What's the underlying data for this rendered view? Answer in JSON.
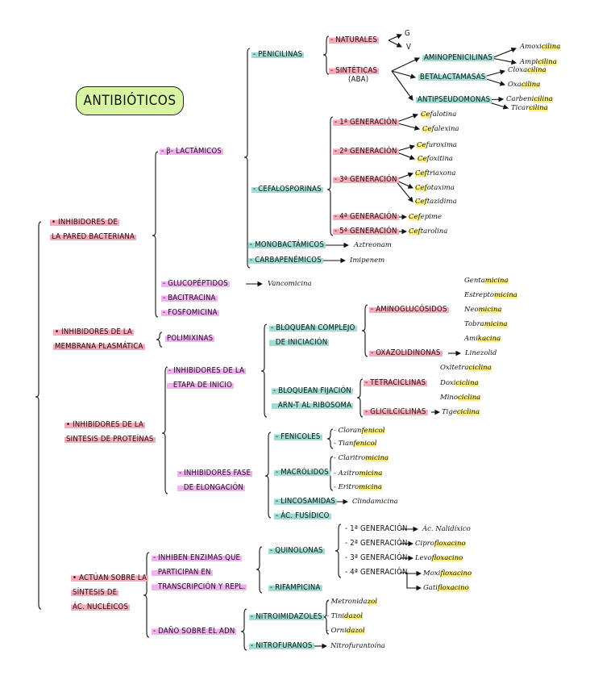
{
  "title": "ANTIBIÓTICOS",
  "colors": {
    "pink": "#f9aab8",
    "teal": "#9fdcd4",
    "magenta": "#f2b2f0",
    "yellow": "#fdf07a",
    "title_bg": "#d7f5a2"
  },
  "labels": {
    "pared": {
      "text": "• INHIBIDORES DE\nLA PARED BACTERIANA",
      "hl": "pink"
    },
    "membrana": {
      "text": "• INHIBIDORES DE LA\nMEMBRANA PLASMÁTICA",
      "hl": "pink"
    },
    "proteinas": {
      "text": "• INHIBIDORES DE LA\nSINTESIS DE PROTEÍNAS",
      "hl": "pink"
    },
    "nucleicos": {
      "text": "• ACTÚAN SOBRE LA\nSÍNTESIS DE\nÁC. NUCLÉICOS",
      "hl": "pink"
    },
    "betalactamicos": {
      "text": "- β- LACTÁMICOS",
      "hl": "magenta"
    },
    "glucopeptidos": {
      "text": "- GLUCOPÉPTIDOS",
      "hl": "magenta"
    },
    "bacitracina": {
      "text": "- BACITRACINA",
      "hl": "magenta"
    },
    "fosfomicina": {
      "text": "- FOSFOMICINA",
      "hl": "magenta"
    },
    "penicilinas": {
      "text": "- PENICILINAS",
      "hl": "teal"
    },
    "cefalosporinas": {
      "text": "- CEFALOSPORINAS",
      "hl": "teal"
    },
    "monobactamicos": {
      "text": "- MONOBACTÁMICOS",
      "hl": "teal"
    },
    "carbapenemicos": {
      "text": "- CARBAPENÉMICOS",
      "hl": "teal"
    },
    "naturales": {
      "text": "- NATURALES",
      "hl": "pink"
    },
    "g": {
      "text": "G"
    },
    "v": {
      "text": "V"
    },
    "sinteticas": {
      "text": "- SINTÉTICAS",
      "hl": "pink"
    },
    "aba": {
      "text": "(ABA)"
    },
    "aminopenicilinas": {
      "text": "AMINOPENICILINAS",
      "hl": "teal"
    },
    "betalactamasas": {
      "text": "BETALACTAMASAS",
      "hl": "teal"
    },
    "antipseudomonas": {
      "text": "ANTIPSEUDOMONAS",
      "hl": "teal"
    },
    "gen1": {
      "text": "- 1ª GENERACIÓN",
      "hl": "pink"
    },
    "gen2": {
      "text": "- 2ª GENERACIÓN",
      "hl": "pink"
    },
    "gen3": {
      "text": "- 3ª GENERACIÓN",
      "hl": "pink"
    },
    "gen4": {
      "text": "- 4ª GENERACIÓN",
      "hl": "pink"
    },
    "gen5": {
      "text": "- 5ª GENERACIÓN",
      "hl": "pink"
    },
    "polimixinas": {
      "text": "POLIMIXINAS",
      "hl": "magenta"
    },
    "etapa_inicio": {
      "text": "- INHIBIDORES DE LA\n  ETAPA DE INICIO",
      "hl": "magenta"
    },
    "fase_elongacion": {
      "text": "- INHIBIDORES FASE\n  DE ELONGACIÓN",
      "hl": "magenta"
    },
    "complejo": {
      "text": "- BLOQUEAN COMPLEJO\n  DE INICIACIÓN",
      "hl": "teal"
    },
    "fijacion": {
      "text": "- BLOQUEAN FIJACIÓN\n  ARN-T AL RIBOSOMA",
      "hl": "teal"
    },
    "aminoglucosidos": {
      "text": "- AMINOGLUCÓSIDOS",
      "hl": "pink"
    },
    "oxazolidinonas": {
      "text": "- OXAZOLIDINONAS",
      "hl": "pink"
    },
    "tetraciclinas": {
      "text": "- TETRACICLINAS",
      "hl": "pink"
    },
    "glicilciclinas": {
      "text": "- GLICILCICLINAS",
      "hl": "pink"
    },
    "fenicoles": {
      "text": "- FENICOLES",
      "hl": "teal"
    },
    "macrolidos": {
      "text": "- MACRÓLIDOS",
      "hl": "teal"
    },
    "lincosamidas": {
      "text": "- LINCOSAMIDAS",
      "hl": "teal"
    },
    "ac_fusidico": {
      "text": "- ÁC. FUSÍDICO",
      "hl": "teal"
    },
    "enzimas": {
      "text": "- INHIBEN ENZIMAS QUE\n  PARTICIPAN EN\n  TRANSCRIPCIÓN Y REPL.",
      "hl": "magenta"
    },
    "dano_adn": {
      "text": "- DAÑO SOBRE EL ADN",
      "hl": "magenta"
    },
    "quinolonas": {
      "text": "- QUINOLONAS",
      "hl": "teal"
    },
    "rifampicina": {
      "text": "- RIFAMPICINA",
      "hl": "teal"
    },
    "q_gen1": {
      "text": "- 1ª GENERACIÓN"
    },
    "q_gen2": {
      "text": "- 2ª GENERACIÓN"
    },
    "q_gen3": {
      "text": "- 3ª GENERACIÓN"
    },
    "q_gen4": {
      "text": "- 4ª GENERACIÓN"
    },
    "nitroimidazoles": {
      "text": "- NITROIMIDAZOLES",
      "hl": "teal"
    },
    "nitrofuranos": {
      "text": "- NITROFURANOS",
      "hl": "teal"
    }
  },
  "drugs": {
    "vancomicina": {
      "text": "Vancomicina"
    },
    "aztreonam": {
      "text": "Aztreonam"
    },
    "imipenem": {
      "text": "Imipenem"
    },
    "amoxicilina": {
      "text": "Amoxicilina",
      "hl": "cilina"
    },
    "ampicilina": {
      "text": "Ampicilina",
      "hl": "cilina"
    },
    "cloxacilina": {
      "text": "Cloxacilina",
      "hl": "cilina"
    },
    "oxacilina": {
      "text": "Oxacilina",
      "hl": "cilina"
    },
    "carbenicilina": {
      "text": "Carbenicilina",
      "hl": "cilina"
    },
    "ticarcilina": {
      "text": "Ticarcilina",
      "hl": "cilina"
    },
    "cefalotina": {
      "text": "Cefalotina",
      "hl": "Ce",
      "pre": true
    },
    "cefalexina": {
      "text": "Cefalexina",
      "hl": "Ce",
      "pre": true
    },
    "cefuroxima": {
      "text": "Cefuroxima",
      "hl": "Ce",
      "pre": true
    },
    "cefoxitina": {
      "text": "Cefoxitina",
      "hl": "Ce",
      "pre": true
    },
    "ceftriaxona": {
      "text": "Ceftriaxona",
      "hl": "Cef",
      "pre": true
    },
    "cefotaxima": {
      "text": "Cefotaxima",
      "hl": "Cef",
      "pre": true
    },
    "ceftazidima": {
      "text": "Ceftazidima",
      "hl": "Cef",
      "pre": true
    },
    "cefepime": {
      "text": "Cefepime",
      "hl": "Cef",
      "pre": true
    },
    "ceftarolina": {
      "text": "Ceftarolina",
      "hl": "Cef",
      "pre": true
    },
    "gentamicina": {
      "text": "Gentamicina",
      "hl": "micina"
    },
    "estreptomicina": {
      "text": "Estreptomicina",
      "hl": "micina"
    },
    "neomicina": {
      "text": "Neomicina",
      "hl": "micina"
    },
    "tobramicina": {
      "text": "Tobramicina",
      "hl": "micina"
    },
    "amikacina": {
      "text": "Amikacina",
      "hl": "kacina"
    },
    "linezolid": {
      "text": "Linezolid"
    },
    "oxitetraciclina": {
      "text": "Oxitetraciclina",
      "hl": "ciclina"
    },
    "doxiciclina": {
      "text": "Doxiciclina",
      "hl": "ciclina"
    },
    "minociclina": {
      "text": "Minociclina",
      "hl": "ciclina"
    },
    "tigeciclina": {
      "text": "Tigeciclina",
      "hl": "ciclina"
    },
    "cloranfenicol": {
      "text": "- Cloranfenicol",
      "hl": "fenicol"
    },
    "tianfenicol": {
      "text": "- Tianfenicol",
      "hl": "fenicol"
    },
    "claritromicina": {
      "text": "- Claritromicina",
      "hl": "micina"
    },
    "azitromicina": {
      "text": "- Azitromicina",
      "hl": "micina"
    },
    "eritromicina": {
      "text": "- Eritromicina",
      "hl": "micina"
    },
    "clindamicina": {
      "text": "Clindamicina"
    },
    "ac_nalidixico": {
      "text": "Ác. Nalidíxico"
    },
    "ciprofloxacino": {
      "text": "Ciprofloxacino",
      "hl": "floxacino"
    },
    "levofloxacino": {
      "text": "Levofloxacino",
      "hl": "floxacino"
    },
    "moxifloxacino": {
      "text": "Moxifloxacino",
      "hl": "floxacino"
    },
    "gatifloxacino": {
      "text": "Gatifloxacino",
      "hl": "floxacino"
    },
    "metronidazol": {
      "text": "- Metronidazol",
      "hl": "zol"
    },
    "tinidazol": {
      "text": "- Tinidazol",
      "hl": "dazol"
    },
    "ornidazol": {
      "text": "- Ornidazol",
      "hl": "dazol"
    },
    "nitrofurantoina": {
      "text": "Nitrofurantoína"
    }
  }
}
